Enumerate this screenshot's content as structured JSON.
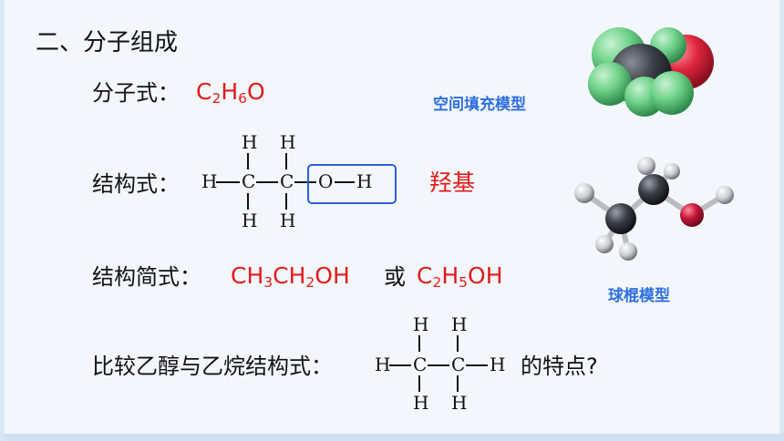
{
  "heading": "二、分子组成",
  "molecular_formula": {
    "label": "分子式：",
    "parts": [
      [
        "C",
        ""
      ],
      [
        "2",
        "sub"
      ],
      [
        "H",
        ""
      ],
      [
        "6",
        "sub"
      ],
      [
        "O",
        ""
      ]
    ]
  },
  "structural_formula": {
    "label": "结构式：",
    "hydroxyl_label": "羟基"
  },
  "condensed_formula": {
    "label": "结构简式：",
    "formula1": [
      [
        "CH",
        ""
      ],
      [
        "3",
        "sub"
      ],
      [
        "CH",
        ""
      ],
      [
        "2",
        "sub"
      ],
      [
        "OH",
        ""
      ]
    ],
    "or": "或",
    "formula2": [
      [
        "C",
        ""
      ],
      [
        "2",
        "sub"
      ],
      [
        "H",
        ""
      ],
      [
        "5",
        "sub"
      ],
      [
        "OH",
        ""
      ]
    ]
  },
  "comparison": {
    "prompt": "比较乙醇与乙烷结构式：",
    "suffix": "的特点?"
  },
  "atoms": {
    "H": "H",
    "C": "C",
    "O": "O"
  },
  "models": {
    "space_filling_label": "空间填充模型",
    "ball_stick_label": "球棍模型"
  },
  "colors": {
    "accent_red": "#e21b1b",
    "label_blue": "#2d6ee0",
    "box_blue": "#2d5fd8"
  }
}
